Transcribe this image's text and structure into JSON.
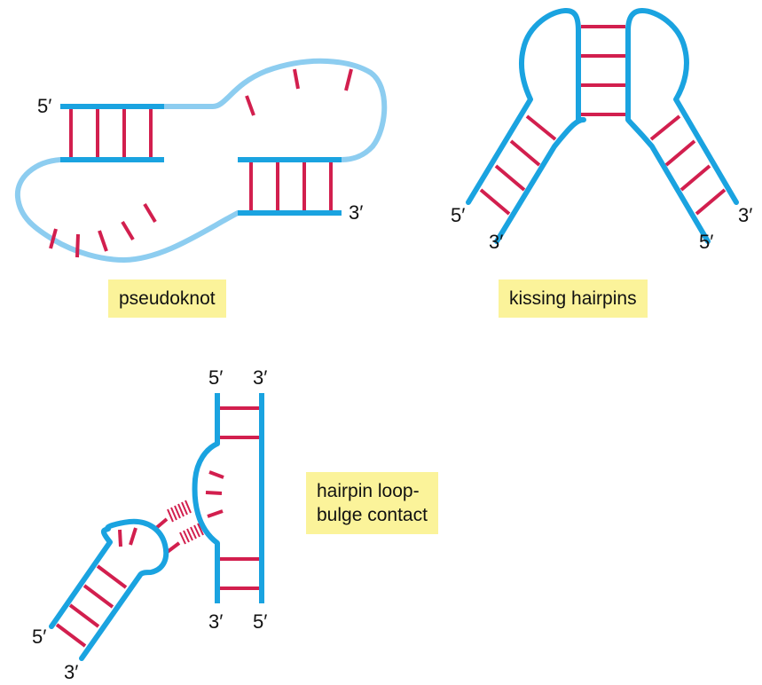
{
  "colors": {
    "strand_dark": "#1aa3e0",
    "strand_light": "#8dcdf0",
    "base_pair": "#d21f4e",
    "caption_bg": "#fbf39a"
  },
  "captions": {
    "pseudoknot": "pseudoknot",
    "kissing_hairpins": "kissing hairpins",
    "hairpin_bulge_line1": "hairpin loop-",
    "hairpin_bulge_line2": "bulge contact"
  },
  "pseudoknot": {
    "end_5": "5′",
    "end_3": "3′"
  },
  "kissing_hairpins": {
    "left_5": "5′",
    "left_3": "3′",
    "right_3": "3′",
    "right_5": "5′"
  },
  "hairpin_bulge": {
    "top_5": "5′",
    "top_3": "3′",
    "bottom_3": "3′",
    "bottom_5": "5′",
    "hairpin_5": "5′",
    "hairpin_3": "3′"
  }
}
